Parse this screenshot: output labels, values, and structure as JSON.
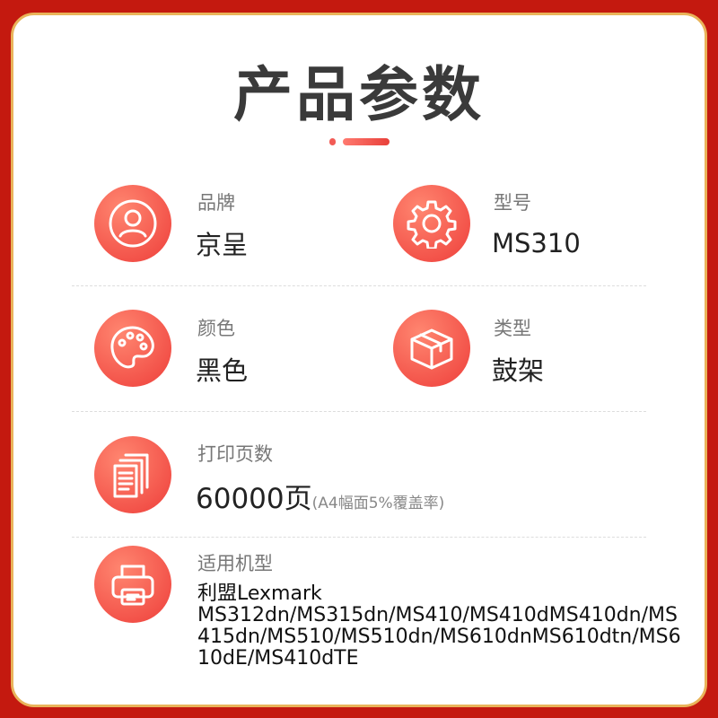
{
  "title": "产品参数",
  "specs": {
    "brand": {
      "label": "品牌",
      "value": "京呈"
    },
    "model": {
      "label": "型号",
      "value": "MS310"
    },
    "color": {
      "label": "颜色",
      "value": "黑色"
    },
    "type": {
      "label": "类型",
      "value": "鼓架"
    },
    "pages": {
      "label": "打印页数",
      "value": "60000页",
      "note": "(A4幅面5%覆盖率)"
    },
    "compatible": {
      "label": "适用机型",
      "brand_line": "利盟Lexmark",
      "value": "MS312dn/MS315dn/MS410/MS410dMS410dn/MS415dn/MS510/MS510dn/MS610dnMS610dtn/MS610dE/MS410dTE"
    }
  },
  "colors": {
    "background": "#c4190f",
    "accent": "#ee3e3a",
    "border": "#e9b45a"
  }
}
